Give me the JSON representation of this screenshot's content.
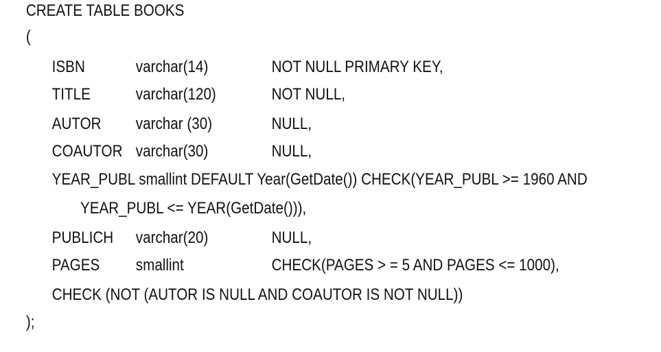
{
  "sql": {
    "header": "CREATE TABLE BOOKS",
    "open_paren": "(",
    "columns": [
      {
        "name": "ISBN",
        "type": "varchar(14)",
        "constraint": "NOT NULL PRIMARY KEY,"
      },
      {
        "name": "TITLE",
        "type": "varchar(120)",
        "constraint": "NOT NULL,"
      },
      {
        "name": "AUTOR",
        "type": "varchar (30)",
        "constraint": "NULL,"
      },
      {
        "name": "COAUTOR",
        "type": "varchar(30)",
        "constraint": "NULL,"
      }
    ],
    "year_publ_line1": "YEAR_PUBL smallint DEFAULT Year(GetDate()) CHECK(YEAR_PUBL >= 1960 AND",
    "year_publ_line2": "YEAR_PUBL <= YEAR(GetDate())),",
    "columns_after": [
      {
        "name": "PUBLICH",
        "type": "varchar(20)",
        "constraint": "NULL,"
      },
      {
        "name": "PAGES",
        "type": "smallint",
        "constraint": "CHECK(PAGES > = 5 AND PAGES <= 1000),"
      }
    ],
    "table_check": "CHECK (NOT (AUTOR IS NULL AND COAUTOR IS NOT NULL))",
    "close": ");"
  }
}
